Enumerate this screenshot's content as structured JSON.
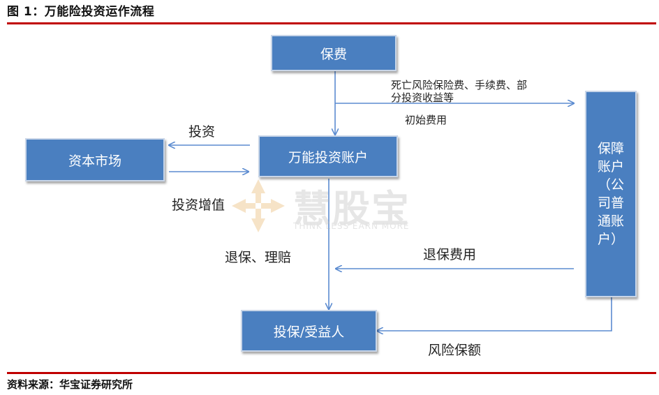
{
  "figure": {
    "title": "图 1：万能险投资运作流程",
    "source": "资料来源：华宝证券研究所"
  },
  "nodes": {
    "premium": "保费",
    "universal_account": "万能投资账户",
    "capital_market": "资本市场",
    "beneficiary": "投保/受益人",
    "guarantee_account": "保障\n账户\n（公\n司普\n通账\n户）"
  },
  "edge_labels": {
    "death_risk_fees_line1": "死亡风险保险费、手续费、部",
    "death_risk_fees_line2": "分投资收益等",
    "initial_fee": "初始费用",
    "invest": "投资",
    "invest_appreciation": "投资增值",
    "surrender_claims": "退保、理赔",
    "surrender_fee": "退保费用",
    "risk_coverage": "风险保额"
  },
  "watermark": {
    "brand": "慧股宝",
    "tagline": "THINK LESS EARN MORE"
  },
  "colors": {
    "box_fill": "#4a7fc0",
    "arrow": "#5b8bd0",
    "rule": "#c00000"
  }
}
